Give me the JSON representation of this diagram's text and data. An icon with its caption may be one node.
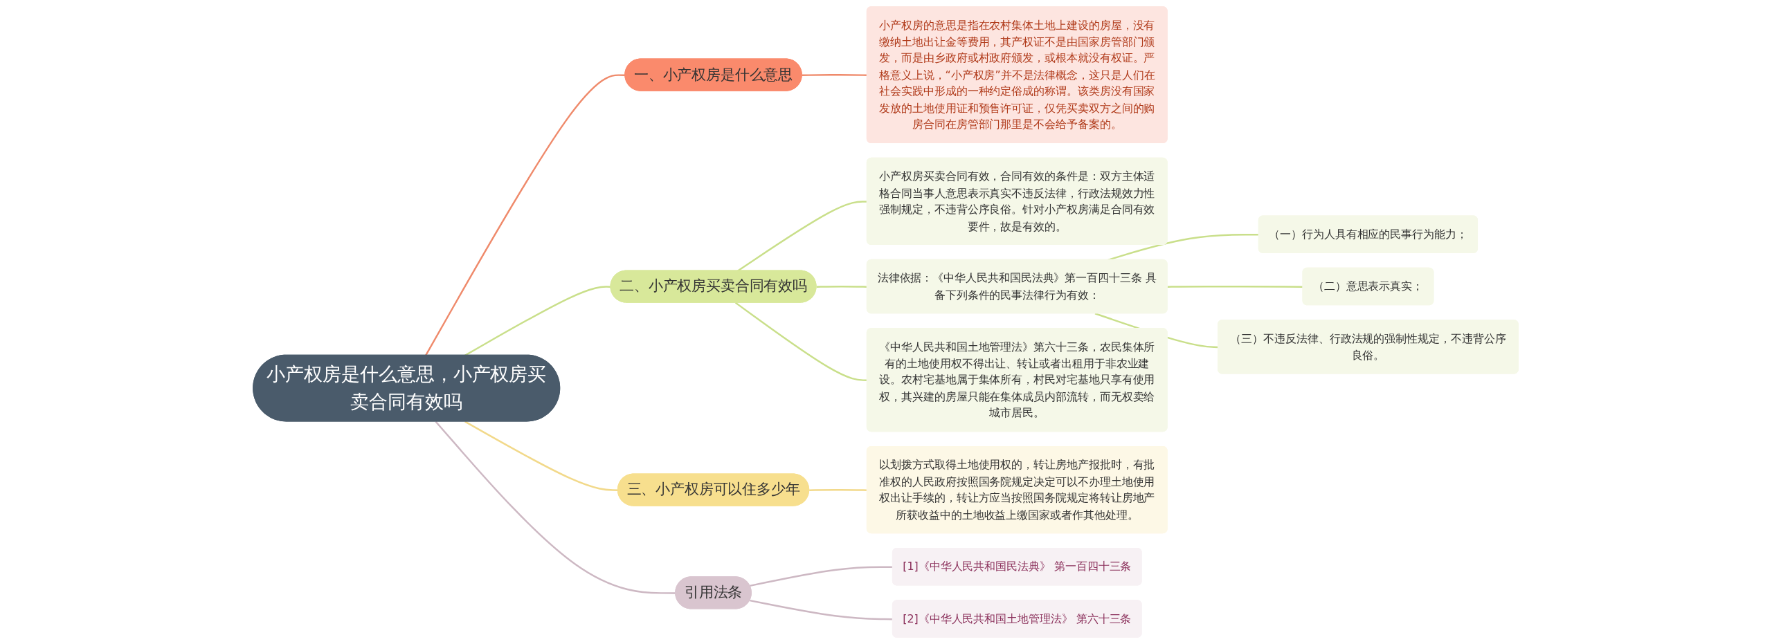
{
  "diagram": {
    "nodes": [
      {
        "text": [
          "小产权房是什么意思，小产权房买卖合同有效吗"
        ]
      },
      {
        "text": [
          "一、小产权房是什么意思"
        ]
      },
      {
        "text": [
          "小产权房的意思是指在农村集体土地上建设的房屋，没有缴纳土地出让金等费用，其产权证不是由国家房管部门颁发，而是由乡政府或村政府颁发，或根本就没有权证。严格意义上说，“小产权房”并不是法律概念，这只是人们在社会实践中形成的一种约定俗成的称谓。该类房没有国家发放的土地使用证和预售许可证，仅凭买卖双方之间的购房合同在房管部门那里是不会给予备案的。"
        ]
      },
      {
        "text": [
          "二、小产权房买卖合同有效吗"
        ]
      },
      {
        "text": [
          "小产权房买卖合同有效，合同有效的条件是：双方主体适格合同当事人意思表示真实不违反法律，行政法规效力性强制规定，不违背公序良俗。针对小产权房满足合同有效要件，故是有效的。"
        ]
      },
      {
        "text": [
          "法律依据：《中华人民共和国民法典》第一百四十三条 具备下列条件的民事法律行为有效："
        ]
      },
      {
        "text": [
          "（一）行为人具有相应的民事行为能力；"
        ]
      },
      {
        "text": [
          "（二）意思表示真实；"
        ]
      },
      {
        "text": [
          "（三）不违反法律、行政法规的强制性规定，不违背公序良俗。"
        ]
      },
      {
        "text": [
          "《中华人民共和国土地管理法》第六十三条，农民集体所有的土地使用权不得出让、转让或者出租用于非农业建设。农村宅基地属于集体所有，村民对宅基地只享有使用权，其兴建的房屋只能在集体成员内部流转，而无权卖给城市居民。"
        ]
      },
      {
        "text": [
          "三、小产权房可以住多少年"
        ]
      },
      {
        "text": [
          "以划拨方式取得土地使用权的，转让房地产报批时，有批准权的人民政府按照国务院规定决定可以不办理土地使用权出让手续的，转让方应当按照国务院规定将转让房地产所获收益中的土地收益上缴国家或者作其他处理。"
        ]
      },
      {
        "text": [
          "引用法条"
        ]
      },
      {
        "text": [
          "[1]《中华人民共和国民法典》 第一百四十三条"
        ]
      },
      {
        "text": [
          "[2]《中华人民共和国土地管理法》 第六十三条"
        ]
      }
    ],
    "edges": [
      {
        "from": 0,
        "to": 1,
        "arrow": "none",
        "color": "#ef8a6b"
      },
      {
        "from": 1,
        "to": 2,
        "arrow": "none",
        "color": "#ef8a6b"
      },
      {
        "from": 0,
        "to": 3,
        "arrow": "none"
      },
      {
        "from": 3,
        "to": 4,
        "arrow": "none"
      },
      {
        "from": 3,
        "to": 5,
        "arrow": "none"
      },
      {
        "from": 5,
        "to": 6,
        "arrow": "none"
      },
      {
        "from": 5,
        "to": 7,
        "arrow": "none"
      },
      {
        "from": 5,
        "to": 8,
        "arrow": "none"
      },
      {
        "from": 3,
        "to": 9,
        "arrow": "none"
      },
      {
        "from": 0,
        "to": 10,
        "arrow": "none",
        "color": "#f2d98a"
      },
      {
        "from": 10,
        "to": 11,
        "arrow": "none",
        "color": "#f2d98a"
      },
      {
        "from": 0,
        "to": 12,
        "arrow": "none",
        "color": "#cdb8c3"
      },
      {
        "from": 12,
        "to": 13,
        "arrow": "none",
        "color": "#cdb8c3"
      },
      {
        "from": 12,
        "to": 14,
        "arrow": "none",
        "color": "#cdb8c3"
      }
    ]
  }
}
